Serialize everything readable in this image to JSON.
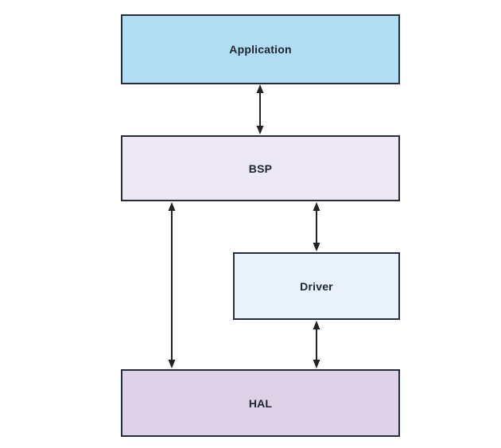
{
  "diagram": {
    "type": "block-diagram",
    "background_color": "#ffffff",
    "border_color": "#262d3a",
    "arrow_color": "#222326",
    "text_color": "#1d2531",
    "nodes": [
      {
        "id": "application",
        "label": "Application",
        "fill": "#b2dcf2"
      },
      {
        "id": "bsp",
        "label": "BSP",
        "fill": "#ece9f4"
      },
      {
        "id": "driver",
        "label": "Driver",
        "fill": "#e9f1fb"
      },
      {
        "id": "hal",
        "label": "HAL",
        "fill": "#ddd2e7"
      }
    ],
    "edges": [
      {
        "from": "application",
        "to": "bsp",
        "bidirectional": true
      },
      {
        "from": "bsp",
        "to": "driver",
        "bidirectional": true
      },
      {
        "from": "bsp",
        "to": "hal",
        "bidirectional": true
      },
      {
        "from": "driver",
        "to": "hal",
        "bidirectional": true
      }
    ]
  }
}
